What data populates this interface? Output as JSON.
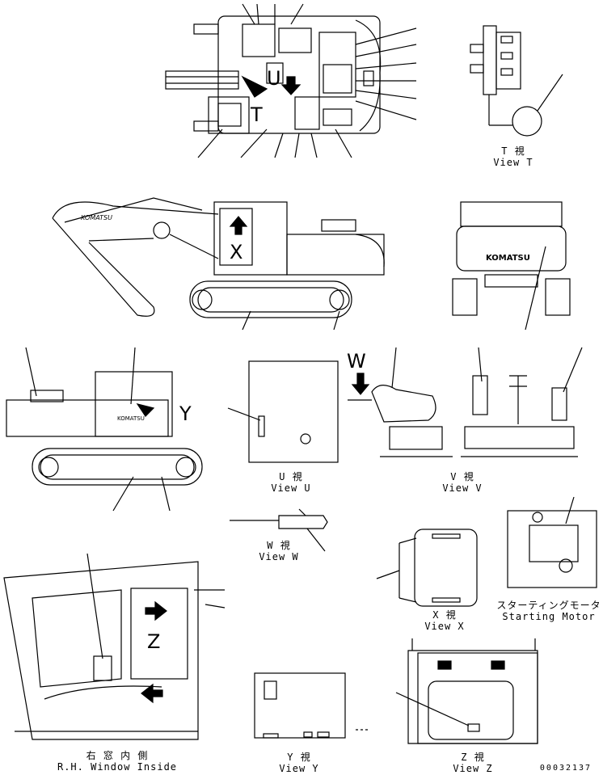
{
  "views": {
    "t": {
      "jp": "T 視",
      "en": "View T"
    },
    "u": {
      "jp": "U 視",
      "en": "View U"
    },
    "v": {
      "jp": "V 視",
      "en": "View V"
    },
    "w": {
      "jp": "W 視",
      "en": "View W"
    },
    "x": {
      "jp": "X 視",
      "en": "View X"
    },
    "y": {
      "jp": "Y 視",
      "en": "View Y"
    },
    "z": {
      "jp": "Z 視",
      "en": "View Z"
    },
    "rh_window": {
      "jp": "右 窓 内 側",
      "en": "R.H. Window Inside"
    },
    "starting_motor": {
      "jp": "スターティングモータ",
      "en": "Starting Motor"
    }
  },
  "view_letters": {
    "u": "U",
    "t": "T",
    "x": "X",
    "y": "Y",
    "w": "W",
    "z": "Z"
  },
  "brand_text": "KOMATSU",
  "drawing_number": "00032137"
}
